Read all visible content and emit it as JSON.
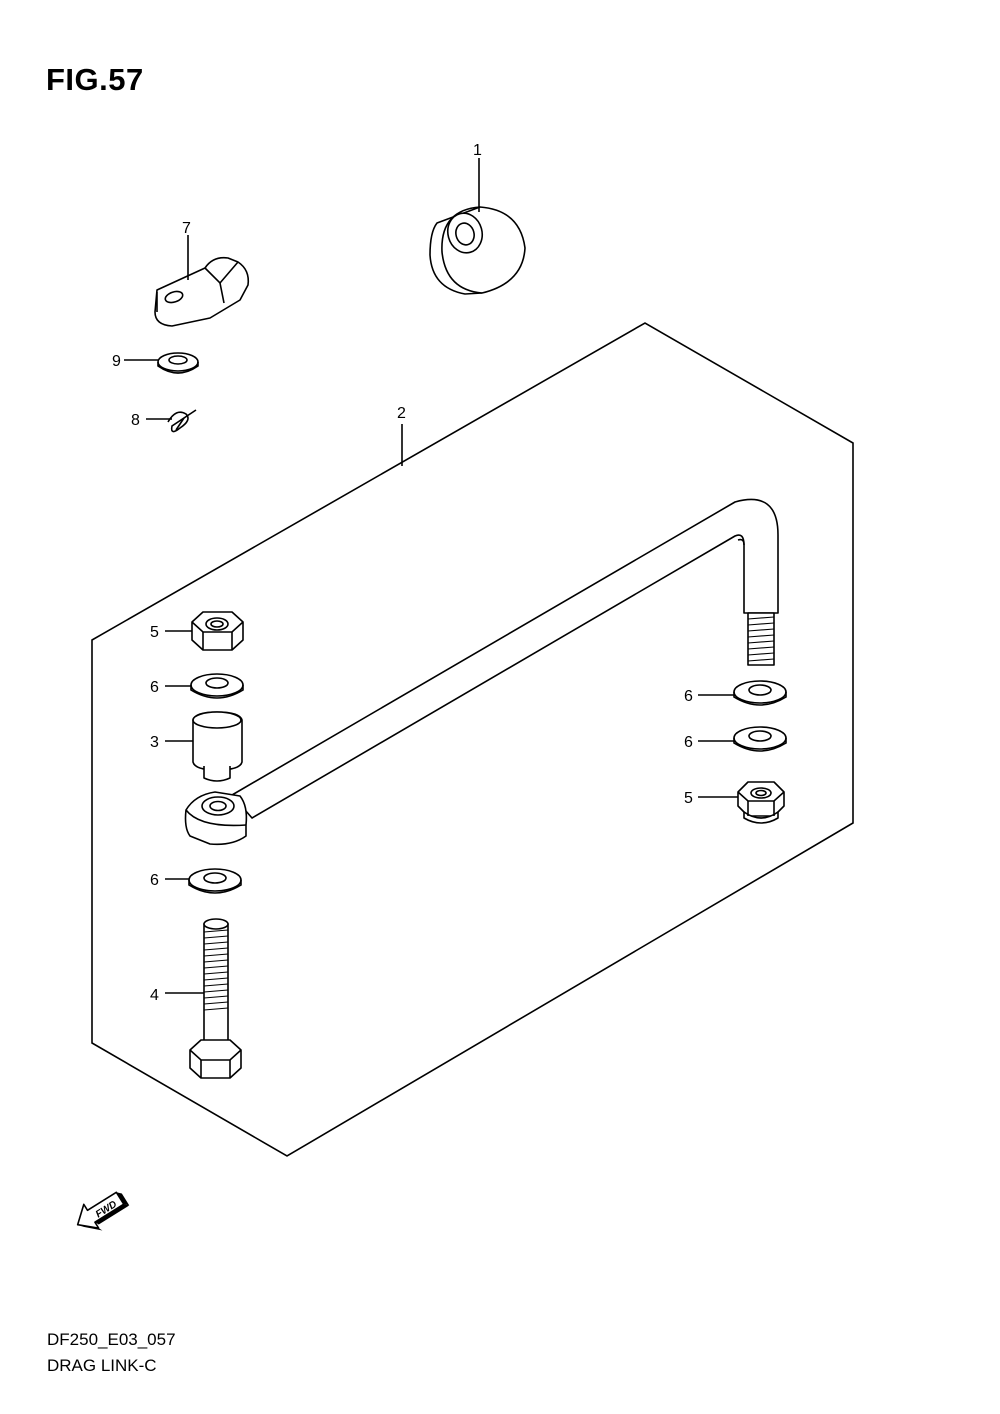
{
  "figure": {
    "title": "FIG.57",
    "model_code": "DF250_E03_057",
    "diagram_name": "DRAG LINK-C"
  },
  "callouts": {
    "c1": "1",
    "c2": "2",
    "c3": "3",
    "c4": "4",
    "c5a": "5",
    "c5b": "5",
    "c6a": "6",
    "c6b": "6",
    "c6c": "6",
    "c6d": "6",
    "c7": "7",
    "c8": "8",
    "c9": "9"
  },
  "fwd_label": "FWD"
}
